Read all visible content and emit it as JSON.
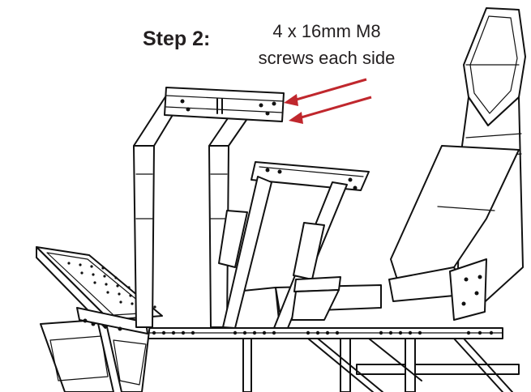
{
  "step": {
    "label": "Step 2:"
  },
  "note": {
    "line1": "4 x 16mm M8",
    "line2": "screws each side"
  },
  "colors": {
    "arrow": "#c0272d",
    "line_art": "#111111",
    "text": "#231f20"
  },
  "icons": {
    "arrows": "red-arrow-icon"
  }
}
